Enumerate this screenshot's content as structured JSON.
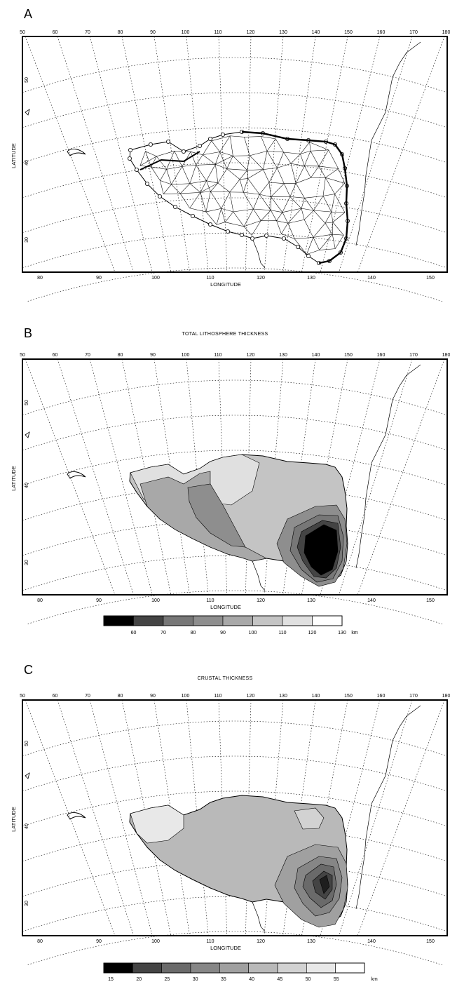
{
  "axis_labels": {
    "latitude": "LATITUDE",
    "longitude": "LONGITUDE"
  },
  "top_ticks": [
    "50",
    "60",
    "70",
    "80",
    "90",
    "100",
    "110",
    "120",
    "130",
    "140",
    "150",
    "160",
    "170",
    "180"
  ],
  "bottom_ticks": [
    "80",
    "90",
    "100",
    "110",
    "120",
    "130",
    "140",
    "150"
  ],
  "left_ticks": [
    "50",
    "40",
    "30"
  ],
  "panels": [
    {
      "letter": "A",
      "title": ""
    },
    {
      "letter": "B",
      "title": "TOTAL LITHOSPHERE THICKNESS"
    },
    {
      "letter": "C",
      "title": "CRUSTAL THICKNESS"
    }
  ],
  "legends": {
    "lithosphere": {
      "unit": "km",
      "labels": [
        "60",
        "70",
        "80",
        "90",
        "100",
        "110",
        "120",
        "130"
      ],
      "colors": [
        "#000000",
        "#444444",
        "#777777",
        "#8e8e8e",
        "#a8a8a8",
        "#c4c4c4",
        "#e0e0e0",
        "#ffffff"
      ]
    },
    "crust": {
      "unit": "km",
      "labels": [
        "15",
        "20",
        "25",
        "30",
        "35",
        "40",
        "45",
        "50",
        "55"
      ],
      "colors": [
        "#000000",
        "#444444",
        "#6a6a6a",
        "#868686",
        "#a0a0a0",
        "#b9b9b9",
        "#d2d2d2",
        "#e8e8e8",
        "#ffffff"
      ]
    }
  }
}
